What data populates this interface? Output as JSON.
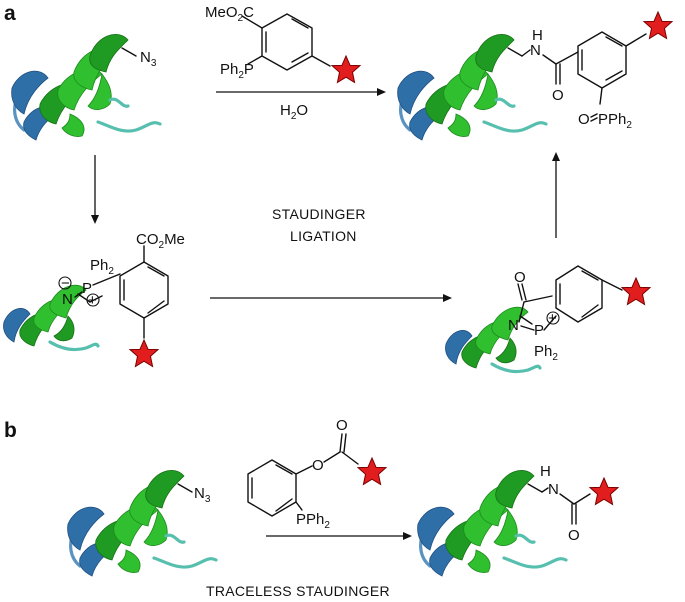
{
  "panels": {
    "a": "a",
    "b": "b"
  },
  "labels": {
    "azide_n3": "N",
    "azide_n3_sub": "3",
    "reagent_meo2c": "MeO",
    "reagent_meo2c_sub": "2",
    "reagent_meo2c_tail": "C",
    "reagent_ph2p": "Ph",
    "reagent_ph2p_sub": "2",
    "reagent_ph2p_tail": "P",
    "water": "H",
    "water_sub": "2",
    "water_tail": "O",
    "amide_nh": "H",
    "amide_n": "N",
    "amide_o": "O",
    "phosphine_oxide_o": "O",
    "phosphine_oxide_pph2": "PPh",
    "phosphine_oxide_pph2_sub": "2",
    "ylide_n": "N",
    "ylide_p": "P",
    "ylide_ph2": "Ph",
    "ylide_ph2_sub": "2",
    "ylide_co2me": "CO",
    "ylide_co2me_sub": "2",
    "ylide_co2me_tail": "Me",
    "cyclic_o": "O",
    "cyclic_n": "N",
    "cyclic_p": "P",
    "cyclic_ph2": "Ph",
    "cyclic_ph2_sub": "2",
    "center_line1": "STAUDINGER",
    "center_line2": "LIGATION",
    "b_azide_n3": "N",
    "b_azide_n3_sub": "3",
    "b_ester_o1": "O",
    "b_ester_o2": "O",
    "b_pph2": "PPh",
    "b_pph2_sub": "2",
    "b_amide_h": "H",
    "b_amide_n": "N",
    "b_amide_o": "O",
    "b_caption": "TRACELESS STAUDINGER"
  },
  "charges": {
    "ylide_n_charge": "−",
    "ylide_p_charge": "+",
    "cyclic_p_charge": "+"
  },
  "colors": {
    "helix_green": "#2fbf2f",
    "helix_blue": "#2f6fa8",
    "coil_teal": "#57bfae",
    "star_red": "#e21d1d"
  }
}
